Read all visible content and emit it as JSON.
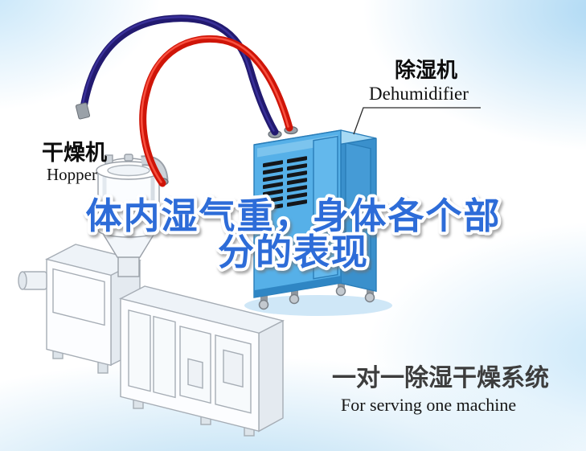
{
  "equipment_labels": {
    "dryer": {
      "cn": "干燥机",
      "en": "Hopper"
    },
    "dehumidifier": {
      "cn": "除湿机",
      "en": "Dehumidifier"
    }
  },
  "overlay_title": {
    "line1": "体内湿气重，身体各个部",
    "line2": "分的表现",
    "color": "#2d6cd8"
  },
  "caption": {
    "cn": "一对一除湿干燥系统",
    "en": "For serving one machine"
  },
  "colors": {
    "hose_red": "#cf1508",
    "hose_navy": "#221a70",
    "dehumidifier_front": "#56b0e8",
    "dehumidifier_side": "#3a90cc",
    "dehumidifier_top": "#a6d9f4",
    "background_tint": "#bfe0f5",
    "caption_gray": "#3d3d3d"
  }
}
